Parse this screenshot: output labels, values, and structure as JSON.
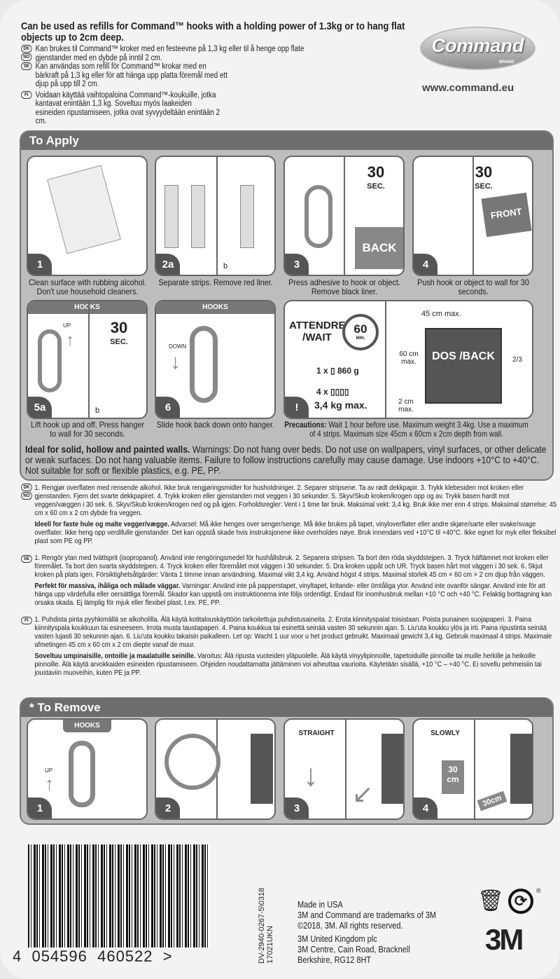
{
  "intro": {
    "lead": "Can be used as refills for Command™ hooks with a holding power of 1.3kg or to hang flat objects up to 2cm deep.",
    "dk_no": {
      "badges": [
        "DK",
        "NO"
      ],
      "text": "Kan brukes til Command™ kroker med en festeevne på 1,3 kg eller til å henge opp flate gjenstander med en dybde på inntil 2 cm."
    },
    "se": {
      "badge": "SE",
      "text": "Kan användas som refill för Command™ krokar med en bärkraft på 1,3 kg eller för att hänga upp platta föremål med ett djup på upp till 2 cm."
    },
    "fi": {
      "badge": "FI",
      "text": "Voidaan käyttää vaihtopaloina Command™-koukuille, jotka kantavat enintään 1,3 kg. Soveltuu myös laakeiden esineiden ripustamiseen, jotka ovat syvyydeltään enintään 2 cm."
    }
  },
  "logo": {
    "text": "Command",
    "sub": "BRAND"
  },
  "url": "www.command.eu",
  "apply": {
    "title": "To Apply",
    "steps": [
      {
        "num": "1",
        "caption": "Clean surface with rubbing alcohol. Don't use household cleaners."
      },
      {
        "num": "2a",
        "sub": "b",
        "caption": "Separate strips. Remove red liner."
      },
      {
        "num": "3",
        "label": "BACK",
        "big": "30",
        "sec": "SEC.",
        "caption": "Press adhesive to hook or object. Remove black liner."
      },
      {
        "num": "4",
        "label": "FRONT",
        "big": "30",
        "sec": "SEC.",
        "caption": "Push hook or object to wall for 30 seconds."
      },
      {
        "num": "5a",
        "sub": "b",
        "head": "HOOKS",
        "arrow": "UP",
        "big": "30",
        "sec": "SEC.",
        "caption": "Lift hook up and off. Press hanger to wall for 30 seconds."
      },
      {
        "num": "6",
        "head": "HOOKS",
        "arrow": "DOWN",
        "caption": "Slide hook back down onto hanger."
      }
    ],
    "wait": {
      "num": "!",
      "title": "ATTENDRE /WAIT",
      "minutes": "60",
      "min": "MIN.",
      "one": "1 x",
      "one_weight": "860 g",
      "four": "4 x",
      "four_weight": "3,4 kg max.",
      "width": "45 cm max.",
      "height": "60 cm max.",
      "depth": "2 cm max.",
      "ratio": "2/3",
      "back": "DOS /BACK"
    },
    "precautions_label": "Precautions:",
    "precautions": "Wait 1 hour before use. Maximum weight 3.4kg. Use a maximum of 4 strips. Maximum size 45cm x 60cm x 2cm depth from wall.",
    "ideal_label": "Ideal for solid, hollow and painted walls.",
    "ideal": "Warnings: Do not hang over beds. Do not use on wallpapers, vinyl surfaces, or other delicate or weak surfaces. Do not hang valuable items. Failure to follow instructions carefully may cause damage. Use indoors +10°C to +40°C. Not suitable for soft or flexible plastics, e.g. PE, PP."
  },
  "multilang": [
    {
      "badges": [
        "DK",
        "NO"
      ],
      "p1": "1. Rengjør overflaten med rensende alkohol. Ikke bruk rengjøringsmidler for husholdninger. 2. Separer stripsene. Ta av rødt dekkpapir. 3. Trykk klebesiden mot kroken eller gjenstanden. Fjern det svarte dekkpapiret. 4. Trykk kroken eller gjenstanden mot veggen i 30 sekunder. 5. Skyv/Skub kroken/krogen opp og av. Trykk basen hardt mot veggen/væggen i 30 sek. 6. Skyv/Skub kroken/krogen ned og på igjen. Forholdsregler: Vent i 1 time før bruk. Maksimal vekt: 3,4 kg. Bruk ikke mer enn 4 strips. Maksimal størrelse: 45 cm x 60 cm x 2 cm dybde fra veggen.",
      "p2b": "Ideell for faste hule og malte vegger/vægge.",
      "p2": "Advarsel: Må ikke henges over senger/senge. Må ikke brukes på tapet, vinyloverflater eller andre skjøre/sarte eller svake/svage overflater. Ikke heng opp verdifulle gjenstander. Det kan oppstå skade hvis instruksjonene ikke overholdes nøye. Bruk innendørs ved +10°C til +40°C. Ikke egnet for myk eller fleksibel plast som PE og PP."
    },
    {
      "badges": [
        "SE"
      ],
      "p1": "1. Rengör ytan med tvättsprit (isopropanol). Använd inte rengöringsmedel för hushållsbruk. 2. Separera stripsen. Ta bort den röda skyddstejpen. 3. Tryck häftämnet mot kroken eller föremålet. Ta bort den svarta skyddstejpen. 4. Tryck kroken eller föremålet mot väggen i 30 sekunder. 5. Dra kroken uppåt och UR. Tryck basen hårt mot väggen i 30 sek. 6. Skjut kroken på plats igen. Försiktighetsåtgärder: Vänta 1 timme innan användning. Maximal vikt 3,4 kg. Använd högst 4 strips. Maximal storlek 45 cm × 60 cm × 2 cm djup från väggen.",
      "p2b": "Perfekt för massiva, ihåliga och målade väggar.",
      "p2": "Varningar: Använd inte på papperstapet, vinyltapet, kritande- eller ömtåliga ytor. Använd inte ovanför sängar. Använd inte för att hänga upp värdefulla eller oersättliga föremål. Skador kan uppstå om instruktionerna inte följs ordentligt. Endast för inomhusbruk mellan +10 °C och +40 °C. Felaktig borttagning kan orsaka skada. Ej lämplig för mjuk eller flexibel plast, t.ex. PE, PP."
    },
    {
      "badges": [
        "FI"
      ],
      "p1": "1. Puhdista pinta pyyhkimällä se alkoholilla. Älä käytä kotitalouskäyttöön tarkoitettuja puhdistusaineita. 2. Erota kiinnityspalat toisistaan. Poista punainen suojapaperi. 3. Paina kiinnityspala koukkuun tai esineeseen. Irrota musta taustapaperi. 4. Paina koukkua tai esinettä seinää vasten 30 sekunnin ajan. 5. Liu'uta koukku ylös ja irti. Paina ripustinta seinää vasten lujasti 30 sekunnin ajan. 6. Liu'uta koukku takaisin paikalleen. Let op: Wacht 1 uur voor u het product gebruikt. Maximaal gewicht 3,4 kg. Gebruik maximaal 4 strips. Maximale afmetingen 45 cm x 60 cm x 2 cm diepte vanaf de muur.",
      "p2b": "Soveltuu umpinaisille, ontoille ja maalatuille seinille.",
      "p2": "Varoitus: Älä ripusta vuoteiden yläpuolelle. Älä käytä vinyylipinnoille, tapetoiduille pinnoille tai muille herkille ja heikoille pinnoille. Älä käytä arvokkaiden esineiden ripustamiseen. Ohjeiden noudattamatta jättäminen voi aiheuttaa vaurioita. Käytetään sisällä, +10 °C – +40 °C. Ei sovellu pehmeisiin tai joustaviin muoveihin, kuten PE ja PP."
    }
  ],
  "remove": {
    "title": "* To Remove",
    "steps": [
      {
        "num": "1",
        "head": "HOOKS",
        "arrow": "UP"
      },
      {
        "num": "2"
      },
      {
        "num": "3",
        "head": "STRAIGHT"
      },
      {
        "num": "4",
        "head": "SLOWLY",
        "dist": "30 cm",
        "dist2": "30cm"
      }
    ]
  },
  "barcode": {
    "digits": "4  054596  460522  >",
    "code1": "DV-2940-0267-5\\0318",
    "code2": "17021UKN"
  },
  "footer": {
    "lines1": [
      "Made in USA",
      "3M and Command are trademarks of 3M",
      "©2018, 3M. All rights reserved."
    ],
    "lines2": [
      "3M United Kingdom plc",
      "3M Centre, Cain Road, Bracknell",
      "Berkshire, RG12 8HT"
    ],
    "brand": "3M",
    "reg": "®"
  }
}
